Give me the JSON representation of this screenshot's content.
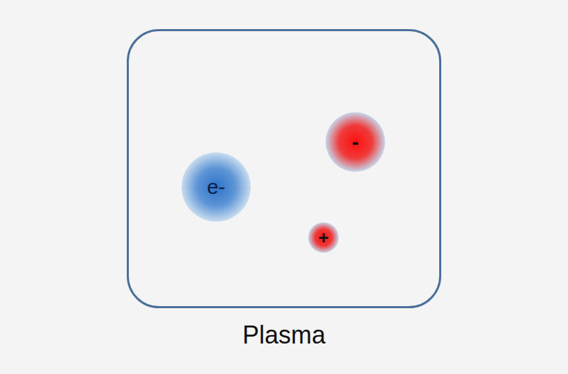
{
  "diagram": {
    "nodes": [
      {
        "text": [
          "Plasma"
        ]
      },
      {
        "text": [
          "-"
        ],
        "in": 0
      },
      {
        "text": [
          "e-"
        ],
        "in": 0
      },
      {
        "text": [
          "+"
        ],
        "in": 0
      }
    ]
  }
}
